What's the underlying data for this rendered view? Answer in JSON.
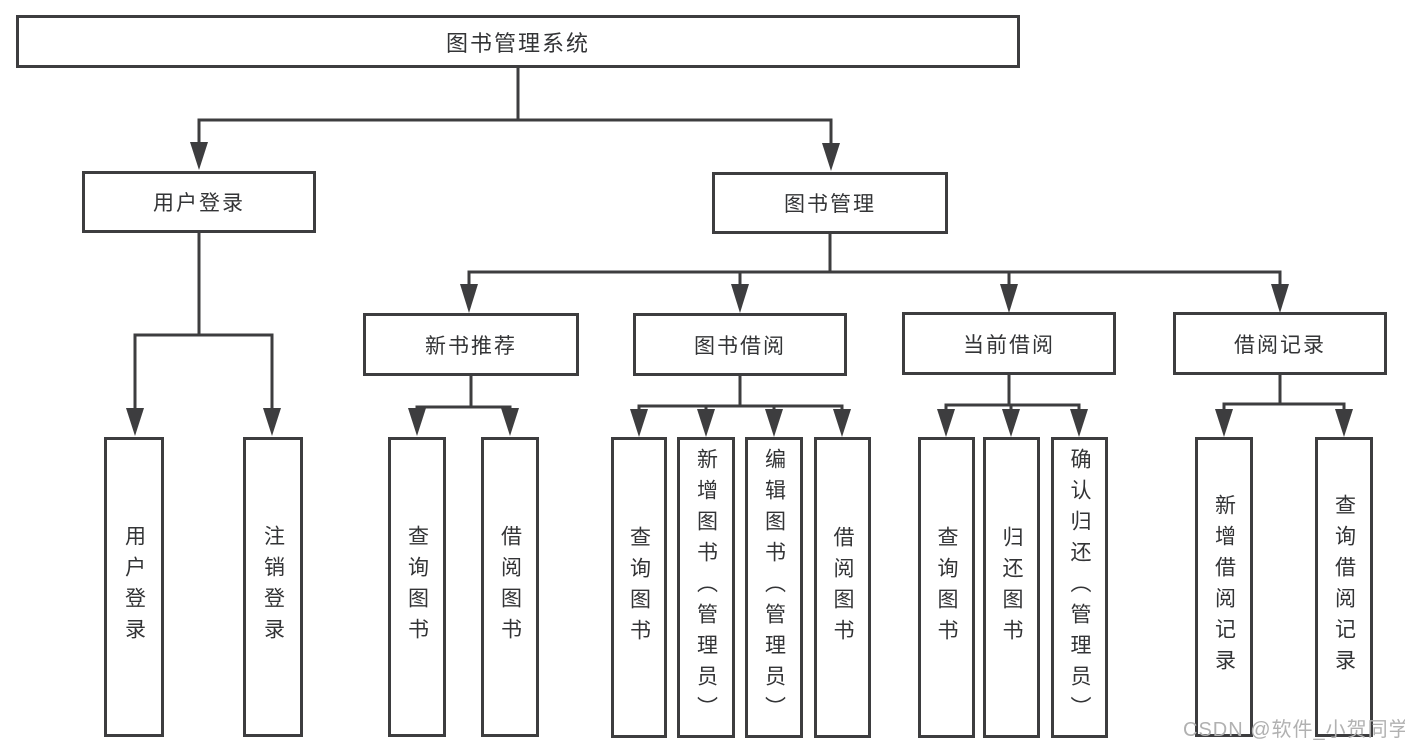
{
  "diagram": {
    "kind": "functional-structure-tree",
    "background": "#ffffff",
    "line_color": "#3d3d3f",
    "text_color": "#333436",
    "watermark_color": "#b1b1b1"
  },
  "watermark": "CSDN @软件_小贺同学",
  "tree": {
    "root": "图书管理系统",
    "branches": [
      {
        "label": "用户登录",
        "leaves": [
          "用户登录",
          "注销登录"
        ]
      },
      {
        "label": "图书管理",
        "groups": [
          {
            "label": "新书推荐",
            "leaves": [
              "查询图书",
              "借阅图书"
            ]
          },
          {
            "label": "图书借阅",
            "leaves": [
              "查询图书",
              "新增图书（管理员）",
              "编辑图书（管理员）",
              "借阅图书"
            ]
          },
          {
            "label": "当前借阅",
            "leaves": [
              "查询图书",
              "归还图书",
              "确认归还（管理员）"
            ]
          },
          {
            "label": "借阅记录",
            "leaves": [
              "新增借阅记录",
              "查询借阅记录"
            ]
          }
        ]
      }
    ]
  }
}
